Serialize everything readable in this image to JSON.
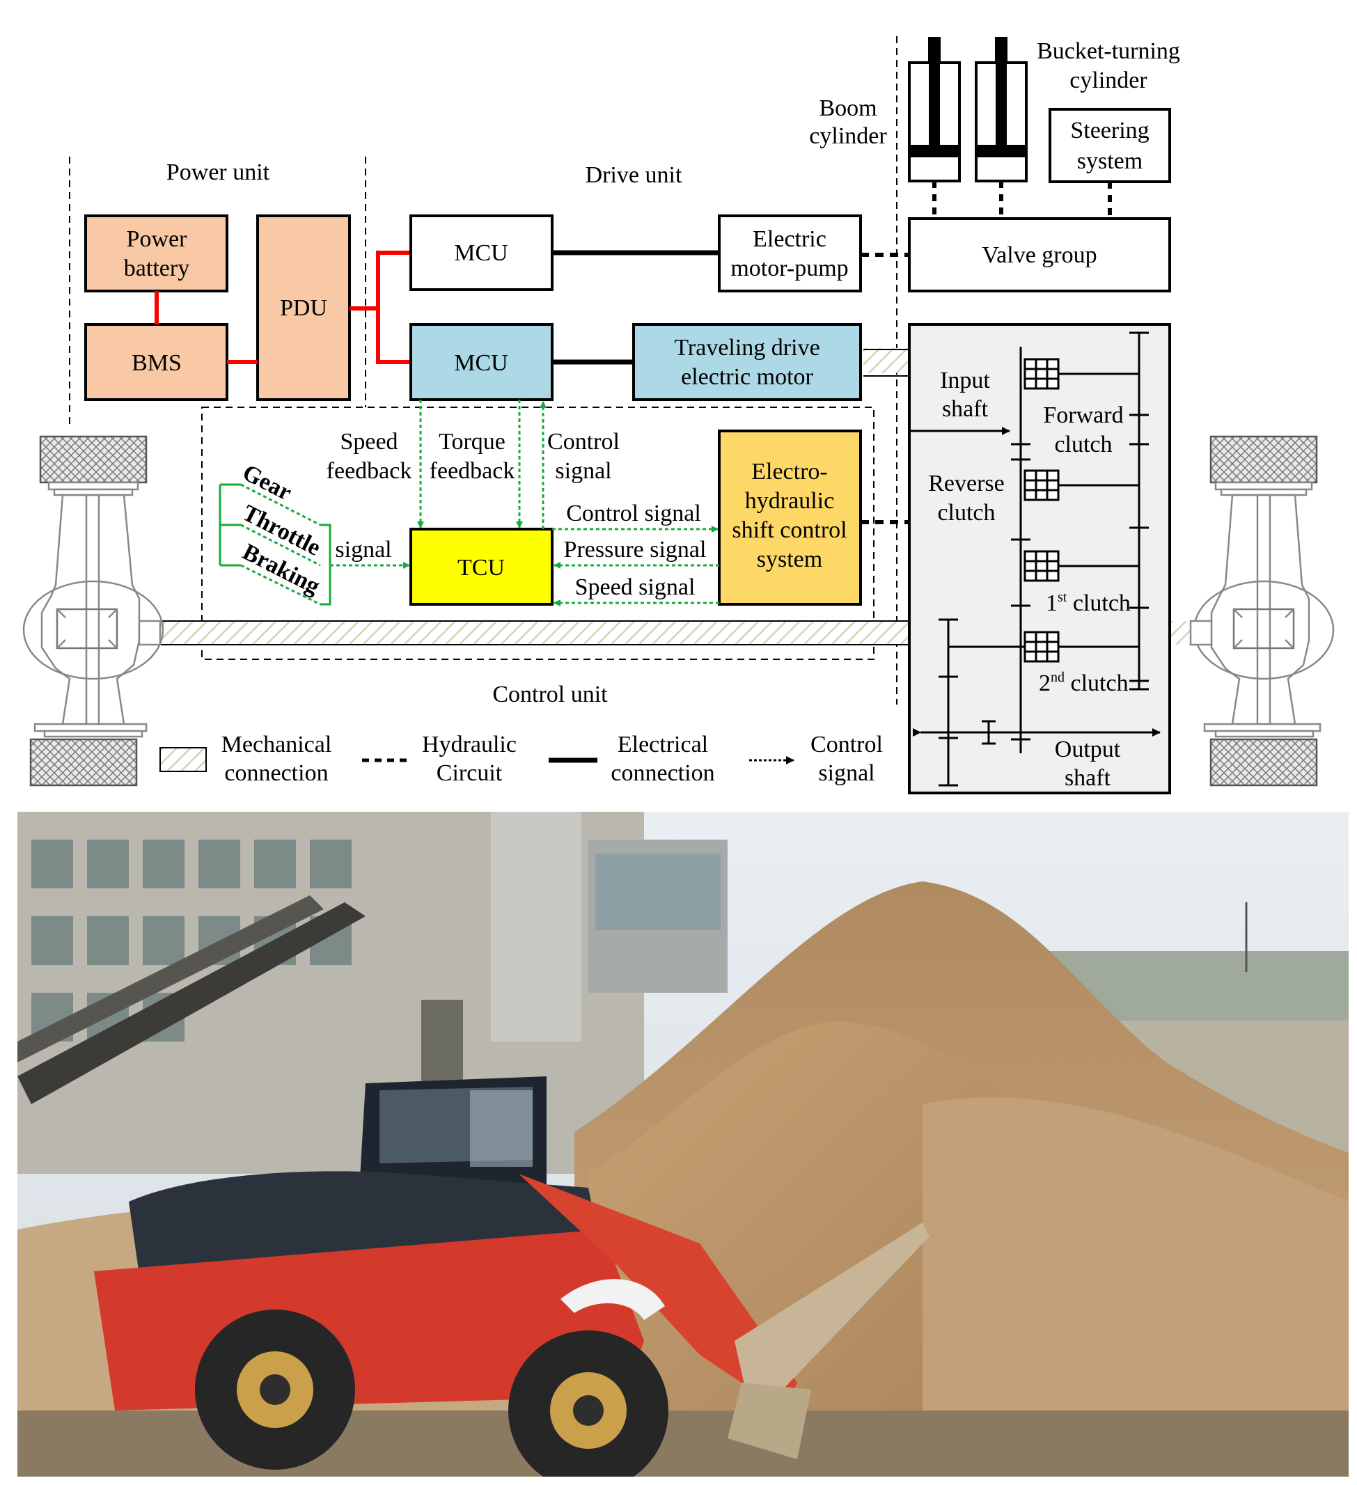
{
  "units": {
    "power": "Power unit",
    "drive": "Drive unit",
    "control": "Control unit"
  },
  "blocks": {
    "power_battery": [
      "Power",
      "battery"
    ],
    "bms": "BMS",
    "pdu": "PDU",
    "mcu_pump": "MCU",
    "mcu_travel": "MCU",
    "motor_pump": [
      "Electric",
      "motor-pump"
    ],
    "travel_motor": [
      "Traveling drive",
      "electric motor"
    ],
    "valve_group": "Valve group",
    "steering": [
      "Steering",
      "system"
    ],
    "tcu": "TCU",
    "ehsc": [
      "Electro-",
      "hydraulic",
      "shift control",
      "system"
    ]
  },
  "cylinders": {
    "boom": [
      "Boom",
      "cylinder"
    ],
    "bucket": [
      "Bucket-turning",
      "cylinder"
    ]
  },
  "signals": {
    "speed_feedback": [
      "Speed",
      "feedback"
    ],
    "torque_feedback": [
      "Torque",
      "feedback"
    ],
    "control_signal_mcu": [
      "Control",
      "signal"
    ],
    "control_signal": "Control signal",
    "pressure_signal": "Pressure signal",
    "speed_signal": "Speed signal",
    "inputs": [
      "Gear",
      "Throttle",
      "Braking"
    ],
    "signal": "signal"
  },
  "gearbox": {
    "input_shaft": [
      "Input",
      "shaft"
    ],
    "forward_clutch": [
      "Forward",
      "clutch"
    ],
    "reverse_clutch": [
      "Reverse",
      "clutch"
    ],
    "clutch1": {
      "num": "1",
      "sup": "st",
      "label": " clutch"
    },
    "clutch2": {
      "num": "2",
      "sup": "nd",
      "label": " clutch"
    },
    "output_shaft": [
      "Output",
      "shaft"
    ]
  },
  "legend": {
    "mechanical": [
      "Mechanical",
      "connection"
    ],
    "hydraulic": [
      "Hydraulic",
      "Circuit"
    ],
    "electrical": [
      "Electrical",
      "connection"
    ],
    "control": [
      "Control",
      "signal"
    ]
  },
  "colors": {
    "power_fill": "#F8C9A4",
    "drive_fill": "#ADD8E6",
    "tcu_fill": "#FFFF00",
    "ehsc_fill": "#FDD866",
    "power_line": "#FF0000",
    "signal_line": "#1AAA3C",
    "gearbox_fill": "#F0F0F0"
  }
}
